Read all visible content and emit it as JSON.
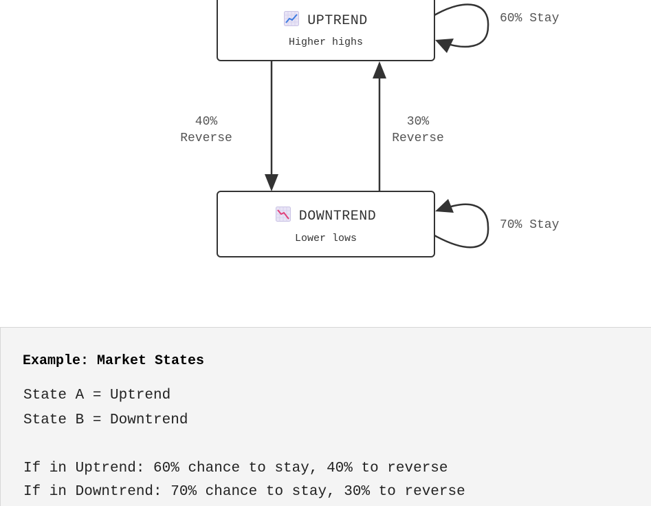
{
  "diagram": {
    "states": [
      {
        "id": "uptrend",
        "title": "UPTREND",
        "subtitle": "Higher highs",
        "icon": "chart-increasing-icon"
      },
      {
        "id": "downtrend",
        "title": "DOWNTREND",
        "subtitle": "Lower lows",
        "icon": "chart-decreasing-icon"
      }
    ],
    "transitions": [
      {
        "from": "uptrend",
        "to": "uptrend",
        "percent": "60%",
        "label": "Stay"
      },
      {
        "from": "uptrend",
        "to": "downtrend",
        "percent": "40%",
        "label": "Reverse"
      },
      {
        "from": "downtrend",
        "to": "uptrend",
        "percent": "30%",
        "label": "Reverse"
      },
      {
        "from": "downtrend",
        "to": "downtrend",
        "percent": "70%",
        "label": "Stay"
      }
    ],
    "label_60_stay": "60% Stay",
    "label_70_stay": "70% Stay"
  },
  "panel": {
    "heading": "Example: Market States",
    "lines": [
      "State A = Uptrend",
      "State B = Downtrend",
      "If in Uptrend: 60% chance to stay, 40% to reverse",
      "If in Downtrend: 70% chance to stay, 30% to reverse"
    ]
  },
  "colors": {
    "stroke": "#333333",
    "label": "#555555",
    "panel_bg": "#f4f4f4",
    "up_line": "#3d7be0",
    "down_line": "#e0407a"
  }
}
